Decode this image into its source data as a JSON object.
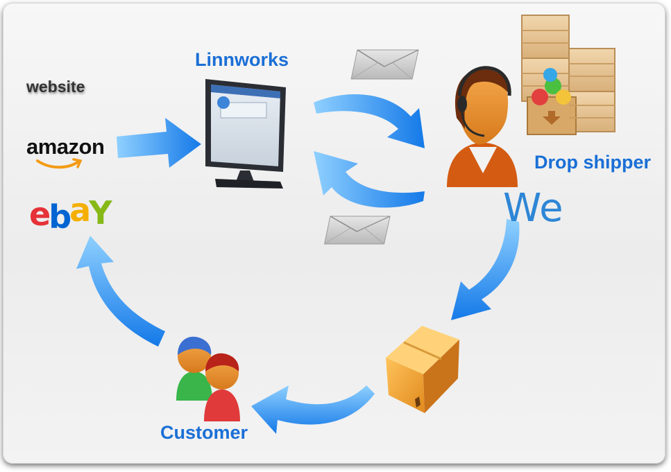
{
  "labels": {
    "linnworks": "Linnworks",
    "drop_shipper": "Drop shipper",
    "customer": "Customer",
    "we": "We",
    "website": "website",
    "amazon": "amazon",
    "ebay": [
      "e",
      "b",
      "a",
      "Y"
    ]
  },
  "colors": {
    "label_blue": "#1a6fd6",
    "arrow_blue": "#1e8ef0",
    "we_blue": "#2e86d6",
    "box_orange": "#f2a43a",
    "crate_tan": "#e8c79a",
    "envelope_grey": "#cfcfcf"
  },
  "icons": {
    "linnworks": "computer-monitor-icon",
    "drop_shipper": "headset-agent-icon",
    "customer": "two-people-icon",
    "package": "cardboard-box-icon",
    "warehouse": "wooden-crates-icon",
    "message": "envelope-icon"
  }
}
